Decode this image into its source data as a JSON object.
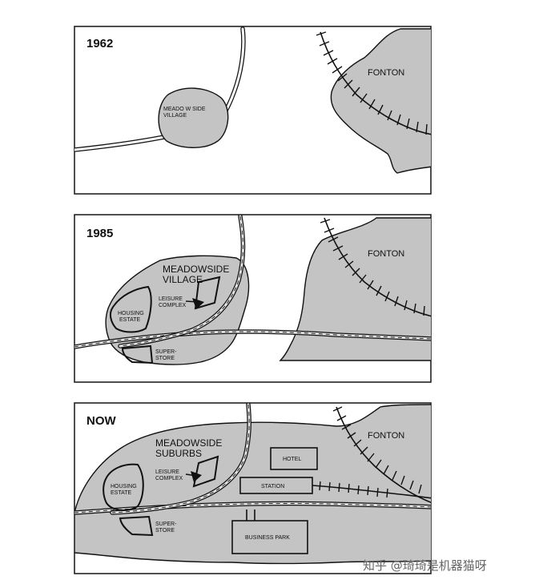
{
  "panels": [
    {
      "year": "1962",
      "labels": {
        "village": [
          "MEADO W SIDE",
          "VILLAGE"
        ],
        "fonton": "FONTON"
      }
    },
    {
      "year": "1985",
      "labels": {
        "village": [
          "MEADOWSIDE",
          "VILLAGE"
        ],
        "leisure": [
          "LEISURE",
          "COMPLEX"
        ],
        "housing": [
          "HOUSING",
          "ESTATE"
        ],
        "superstore": [
          "SUPER-",
          "STORE"
        ],
        "fonton": "FONTON"
      }
    },
    {
      "year": "NOW",
      "labels": {
        "suburbs": [
          "MEADOWSIDE",
          "SUBURBS"
        ],
        "leisure": [
          "LEISURE",
          "COMPLEX"
        ],
        "housing": [
          "HOUSING",
          "ESTATE"
        ],
        "superstore": [
          "SUPER-",
          "STORE"
        ],
        "hotel": "HOTEL",
        "station": "STATION",
        "business_park": "BUSINESS  PARK",
        "fonton": "FONTON"
      }
    }
  ],
  "watermark": "知乎 @琦琦是机器猫呀",
  "colors": {
    "land": "#c4c4c4",
    "frame": "#222222",
    "background": "#ffffff"
  }
}
